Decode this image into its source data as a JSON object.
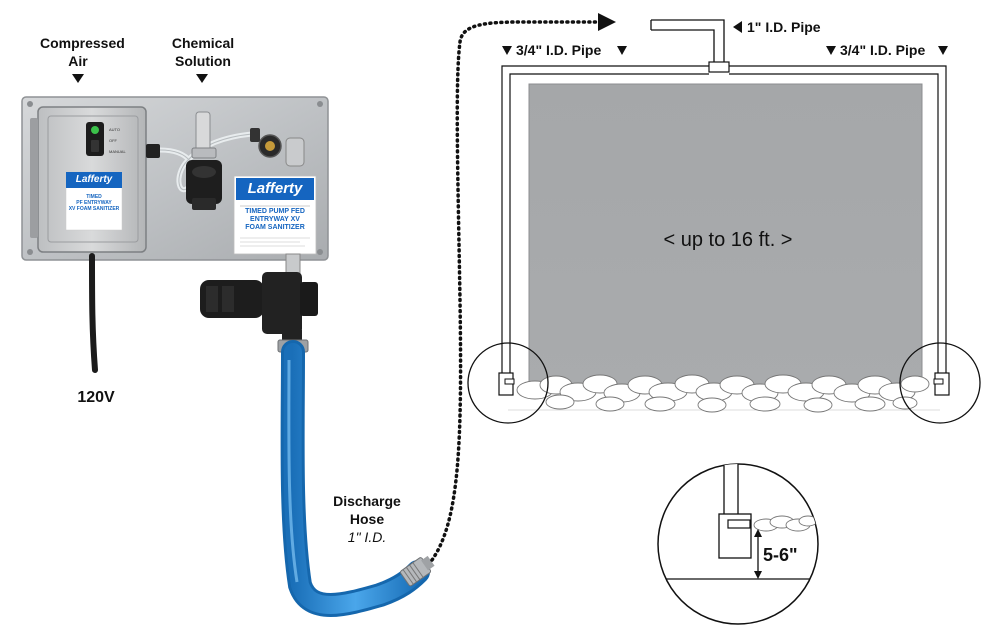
{
  "labels": {
    "compressed_air": [
      "Compressed",
      "Air"
    ],
    "chemical_solution": [
      "Chemical",
      "Solution"
    ],
    "voltage": "120V",
    "discharge_hose": [
      "Discharge",
      "Hose"
    ],
    "hose_size": "1\" I.D.",
    "top_pipe": "1\" I.D. Pipe",
    "left_pipe": "3/4\" I.D. Pipe",
    "right_pipe": "3/4\" I.D. Pipe",
    "width": "< up to 16 ft. >",
    "height": "5-6\""
  },
  "control_box": {
    "brand": "Lafferty",
    "switch_labels": [
      "AUTO",
      "OFF",
      "MANUAL"
    ],
    "small_label_lines": [
      "TIMED",
      "PF ENTRYWAY",
      "XV FOAM SANITIZER"
    ]
  },
  "main_label": {
    "brand": "Lafferty",
    "lines": [
      "TIMED PUMP FED",
      "ENTRYWAY XV",
      "FOAM SANITIZER"
    ]
  },
  "colors": {
    "hose": "#2b8ad6",
    "panel": "#b9bcbf",
    "door_fill": "#a7a9ab",
    "brand_blue": "#1565c0"
  }
}
